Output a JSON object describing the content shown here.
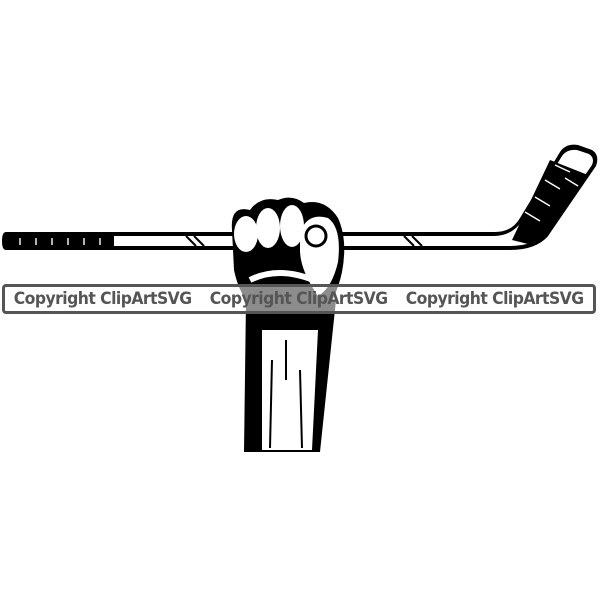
{
  "image": {
    "subject": "fist-holding-hockey-stick",
    "colors": {
      "ink": "#000000",
      "background": "#ffffff",
      "watermark": "#555555"
    }
  },
  "watermark": {
    "texts": [
      "Copyright ClipArtSVG",
      "Copyright ClipArtSVG",
      "Copyright ClipArtSVG"
    ]
  }
}
